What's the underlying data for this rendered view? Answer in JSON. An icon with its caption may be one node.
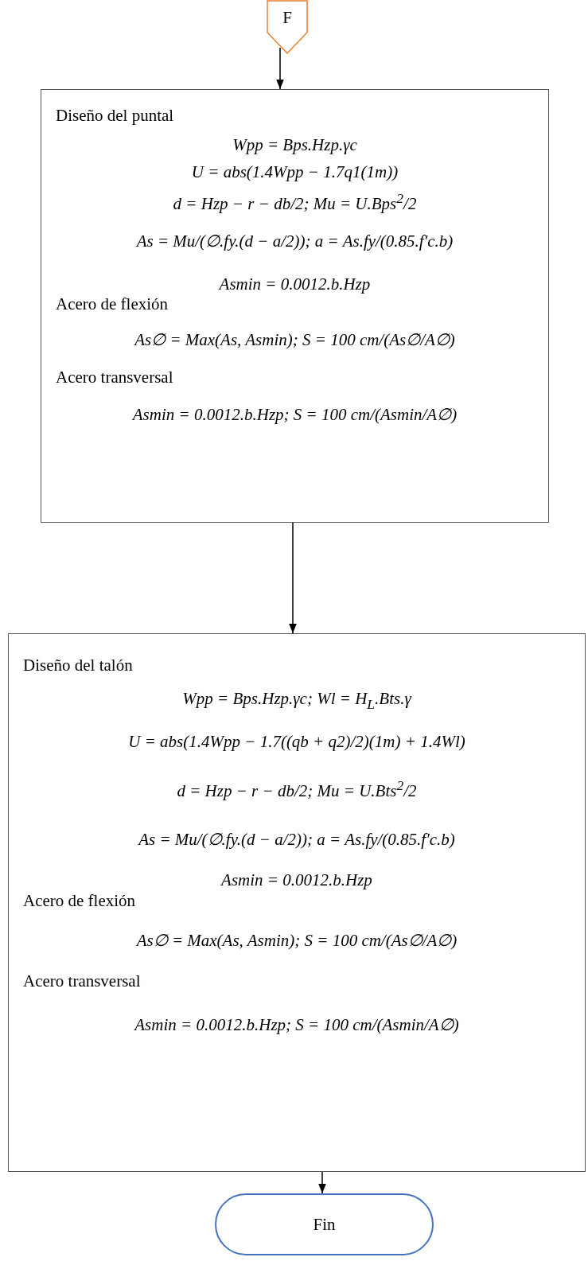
{
  "diagram": {
    "nodes": [
      {
        "text": [
          "F"
        ]
      },
      {
        "text": [
          "Diseño del puntal",
          "Wpp = Bps.Hzp.γc",
          "U = abs(1.4Wpp − 1.7q1(1m))",
          "d = Hzp − r − db/2; Mu = U.Bps$^{2}$/2",
          "As = Mu/(∅.fy.(d − a/2)); a = As.fy/(0.85.f′c.b)",
          "Asmin = 0.0012.b.Hzp",
          "Acero de flexión",
          "As∅ = Max(As, Asmin); S = 100 cm/(As∅/A∅)",
          "Acero transversal",
          "Asmin = 0.0012.b.Hzp; S = 100 cm/(Asmin/A∅)"
        ]
      },
      {
        "text": [
          "Diseño del talón",
          "Wpp = Bps.Hzp.γc; Wl = H$_{L}$.Bts.γ",
          "U = abs(1.4Wpp − 1.7((qb + q2)/2)(1m) + 1.4Wl)",
          "d = Hzp − r − db/2; Mu = U.Bts$^{2}$/2",
          "As = Mu/(∅.fy.(d − a/2)); a = As.fy/(0.85.f′c.b)",
          "Asmin = 0.0012.b.Hzp",
          "Acero de flexión",
          "As∅ = Max(As, Asmin); S = 100 cm/(As∅/A∅)",
          "Acero transversal",
          "Asmin = 0.0012.b.Hzp; S = 100 cm/(Asmin/A∅)"
        ]
      },
      {
        "text": [
          "Fin"
        ]
      }
    ],
    "edges": [
      {
        "from": 0,
        "to": 1,
        "arrow": "to"
      },
      {
        "from": 1,
        "to": 2,
        "arrow": "to"
      },
      {
        "from": 2,
        "to": 3,
        "arrow": "to"
      }
    ]
  }
}
